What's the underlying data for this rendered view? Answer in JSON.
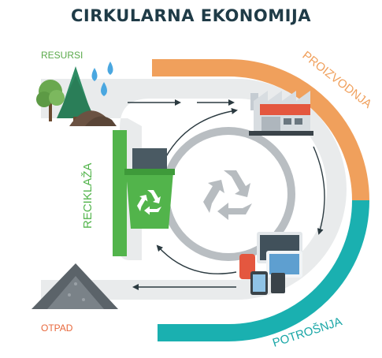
{
  "title": "CIRKULARNA EKONOMIJA",
  "labels": {
    "resources": "RESURSI",
    "production": "PROIZVODNJA",
    "consumption": "POTROŠNJA",
    "recycling": "RECIKLAŽA",
    "waste": "OTPAD"
  },
  "colors": {
    "title": "#1f3b47",
    "production_arc": "#f0a05c",
    "consumption_arc": "#1ab0b0",
    "recycling_arc": "#52b44b",
    "track": "#e9ebec",
    "inner_ring": "#b9bec2",
    "resources_text": "#5aa94a",
    "production_text": "#f0a05c",
    "consumption_text": "#1aa7a7",
    "recycling_text": "#52b44b",
    "waste_text": "#e8683c"
  },
  "icons": [
    "trees-icon",
    "water-drops-icon",
    "factory-icon",
    "devices-icon",
    "recycle-bin-icon",
    "waste-pile-icon",
    "recycle-symbol-icon"
  ]
}
